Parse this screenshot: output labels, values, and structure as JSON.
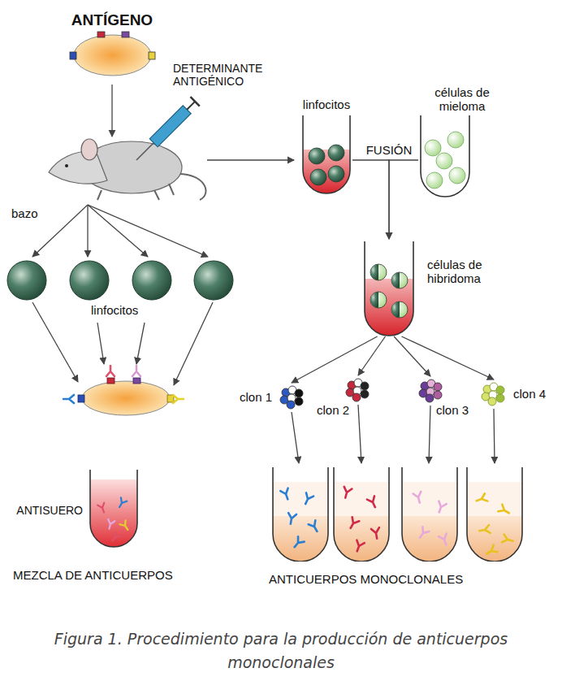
{
  "diagram": {
    "caption": "Figura 1. Procedimiento para la producción de anticuerpos monoclonales",
    "nodes": [
      {
        "text": [
          "ANTÍGENO"
        ]
      },
      {
        "text": [
          "linfocitos"
        ]
      },
      {
        "text": [
          "células de mieloma"
        ]
      },
      {
        "text": [
          "células de hibridoma"
        ]
      },
      {
        "text": [
          "clon 1"
        ]
      },
      {
        "text": [
          "clon 2"
        ]
      },
      {
        "text": [
          "clon 3"
        ]
      },
      {
        "text": [
          "clon 4"
        ]
      },
      {
        "text": [
          "ANTISUERO"
        ]
      }
    ],
    "edges": [
      {
        "from": 1,
        "to": 3,
        "arrow": "to",
        "label": "FUSIÓN"
      },
      {
        "from": 2,
        "to": 3,
        "arrow": "to"
      },
      {
        "from": 3,
        "to": 4,
        "arrow": "to"
      },
      {
        "from": 3,
        "to": 5,
        "arrow": "to"
      },
      {
        "from": 3,
        "to": 6,
        "arrow": "to"
      },
      {
        "from": 3,
        "to": 7,
        "arrow": "to"
      }
    ],
    "labels": [
      "DETERMINANTE ANTIGÉNICO",
      "bazo",
      "linfocitos",
      "MEZCLA DE ANTICUERPOS",
      "ANTICUERPOS MONOCLONALES"
    ]
  }
}
